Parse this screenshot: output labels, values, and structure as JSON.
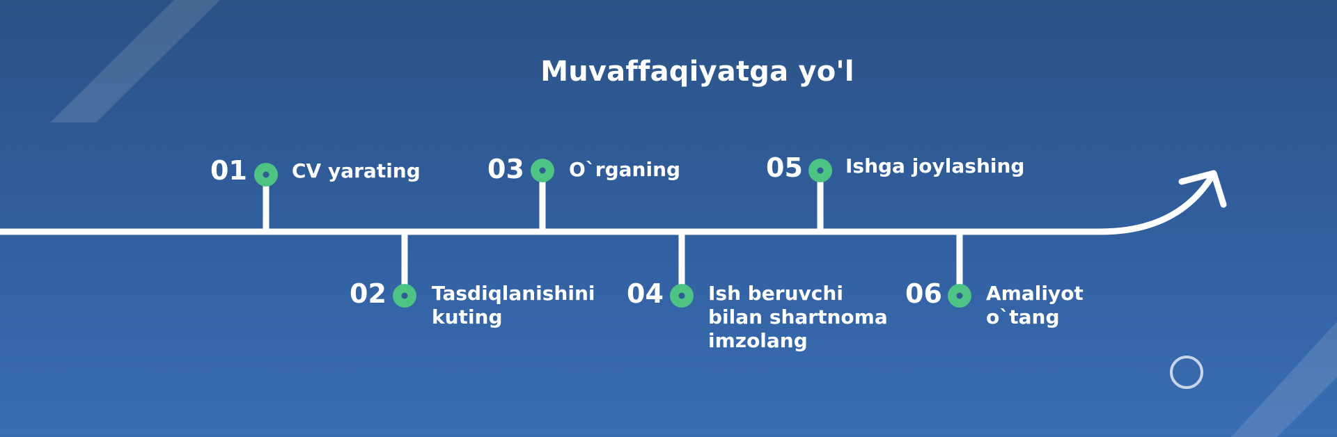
{
  "title": "Muvaffaqiyatga yo'l",
  "colors": {
    "background_top": "#2b5285",
    "background_bottom": "#3a6db3",
    "line": "#ffffff",
    "node": "#4dc483",
    "node_center": "#2f5c94"
  },
  "steps": [
    {
      "number": "01",
      "lines": [
        "CV yarating"
      ]
    },
    {
      "number": "02",
      "lines": [
        "Tasdiqlanishini",
        "kuting"
      ]
    },
    {
      "number": "03",
      "lines": [
        "O`rganing"
      ]
    },
    {
      "number": "04",
      "lines": [
        "Ish beruvchi",
        "bilan shartnoma",
        "imzolang"
      ]
    },
    {
      "number": "05",
      "lines": [
        "Ishga joylashing"
      ]
    },
    {
      "number": "06",
      "lines": [
        "Amaliyot",
        "o`tang"
      ]
    }
  ]
}
